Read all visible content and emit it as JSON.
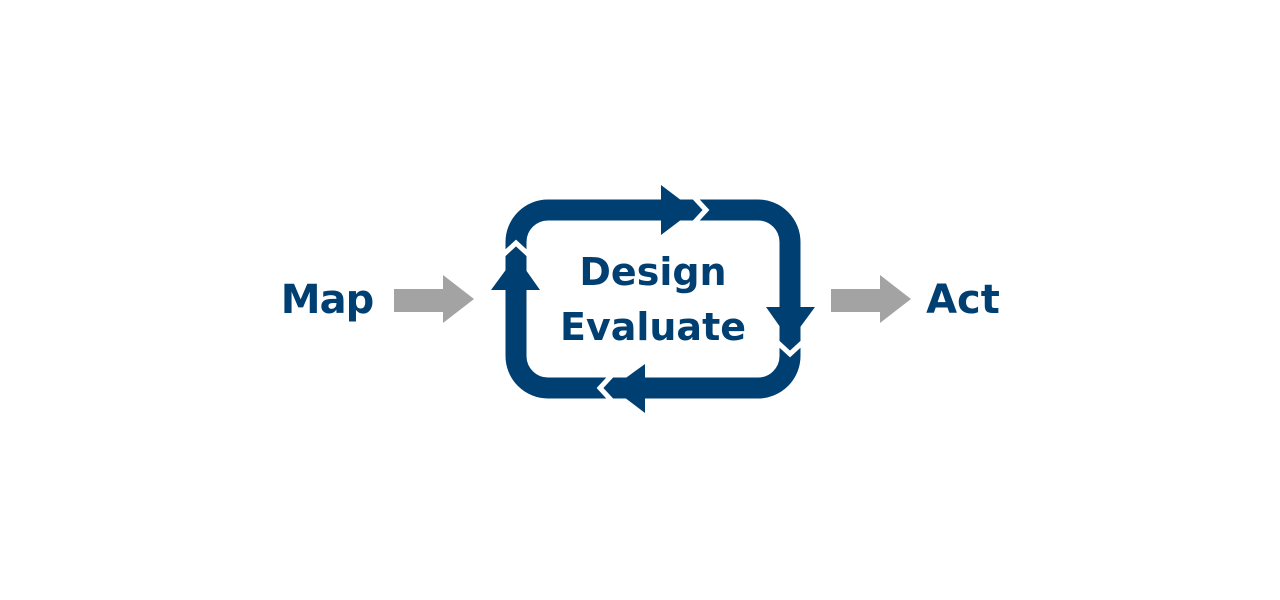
{
  "diagram": {
    "input_label": "Map",
    "loop_labels": [
      "Design",
      "Evaluate"
    ],
    "output_label": "Act",
    "colors": {
      "primary": "#003f72",
      "connector": "#a3a3a3",
      "background": "#ffffff"
    }
  }
}
